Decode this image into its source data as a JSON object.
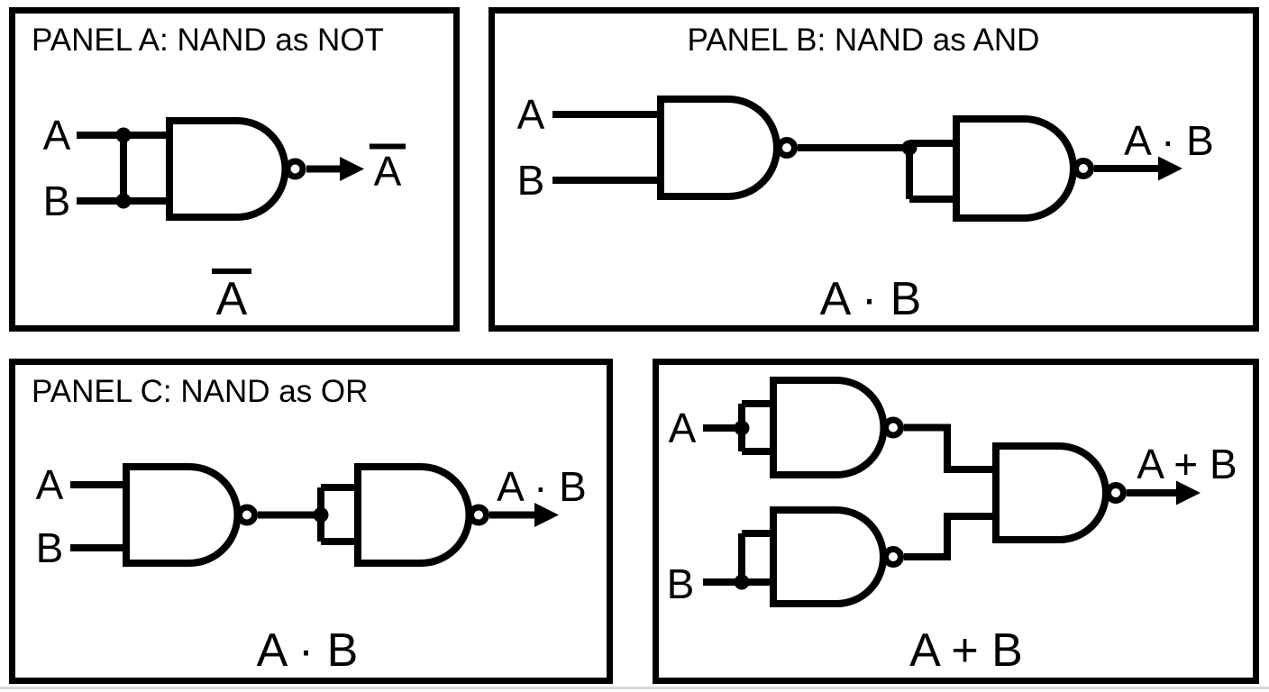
{
  "figure": {
    "colors": {
      "line": "#000000",
      "background": "#ffffff",
      "footer_line": "#d8d8d8"
    },
    "panels": {
      "a": {
        "title": "PANEL A: NAND as NOT",
        "input_a": "A",
        "input_b": "B",
        "output_label": "A",
        "output_overbar": true,
        "caption": "A",
        "caption_overbar": true,
        "gates": [
          "NAND"
        ]
      },
      "b": {
        "title": "PANEL B: NAND as AND",
        "input_a": "A",
        "input_b": "B",
        "output_label": "A · B",
        "caption": "A · B",
        "gates": [
          "NAND",
          "NAND"
        ]
      },
      "c": {
        "title": "PANEL C: NAND as OR",
        "input_a": "A",
        "input_b": "B",
        "output_label": "A · B",
        "caption": "A · B",
        "gates": [
          "NAND",
          "NAND"
        ]
      },
      "d": {
        "input_a": "A",
        "input_b": "B",
        "output_label": "A + B",
        "caption": "A + B",
        "gates": [
          "NAND",
          "NAND",
          "NAND"
        ]
      }
    }
  }
}
